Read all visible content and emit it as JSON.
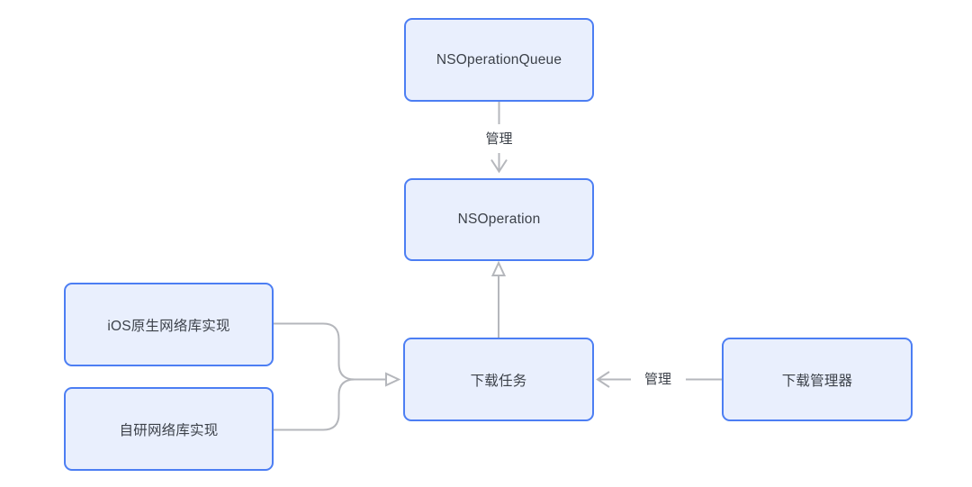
{
  "diagram": {
    "type": "flowchart",
    "background_color": "#ffffff",
    "node_fill_color": "#e9effd",
    "node_border_color": "#4c7ef3",
    "connector_color": "#b5b7bc",
    "text_color": "#3c4149",
    "nodes": {
      "nsoperation_queue": {
        "label": "NSOperationQueue"
      },
      "nsoperation": {
        "label": "NSOperation"
      },
      "ios_native_network_lib": {
        "label": "iOS原生网络库实现"
      },
      "self_developed_network_lib": {
        "label": "自研网络库实现"
      },
      "download_task": {
        "label": "下载任务"
      },
      "download_manager": {
        "label": "下载管理器"
      }
    },
    "edges": [
      {
        "from": "NSOperationQueue",
        "to": "NSOperation",
        "label": "管理",
        "arrowhead": "chevron",
        "direction": "down"
      },
      {
        "from": "下载任务",
        "to": "NSOperation",
        "label": "",
        "arrowhead": "hollow-triangle",
        "direction": "up"
      },
      {
        "from": "iOS原生网络库实现",
        "to": "下载任务",
        "label": "",
        "arrowhead": "hollow-triangle",
        "direction": "right",
        "merged": true
      },
      {
        "from": "自研网络库实现",
        "to": "下载任务",
        "label": "",
        "arrowhead": "hollow-triangle",
        "direction": "right",
        "merged": true
      },
      {
        "from": "下载管理器",
        "to": "下载任务",
        "label": "管理",
        "arrowhead": "chevron",
        "direction": "left"
      }
    ]
  }
}
